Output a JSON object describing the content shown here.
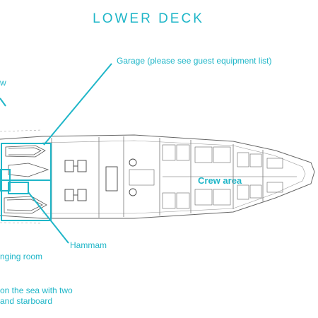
{
  "title": "LOWER DECK",
  "labels": {
    "garage": "Garage (please see guest equipment list)",
    "left_fragment": "w",
    "hammam": "Hammam",
    "changing_room": "nging room",
    "sea_access_line1": "on the sea with two",
    "sea_access_line2": "and starboard",
    "crew_area": "Crew area"
  },
  "colors": {
    "accent": "#1fb6c8",
    "lines": "#555555",
    "background": "#ffffff"
  }
}
